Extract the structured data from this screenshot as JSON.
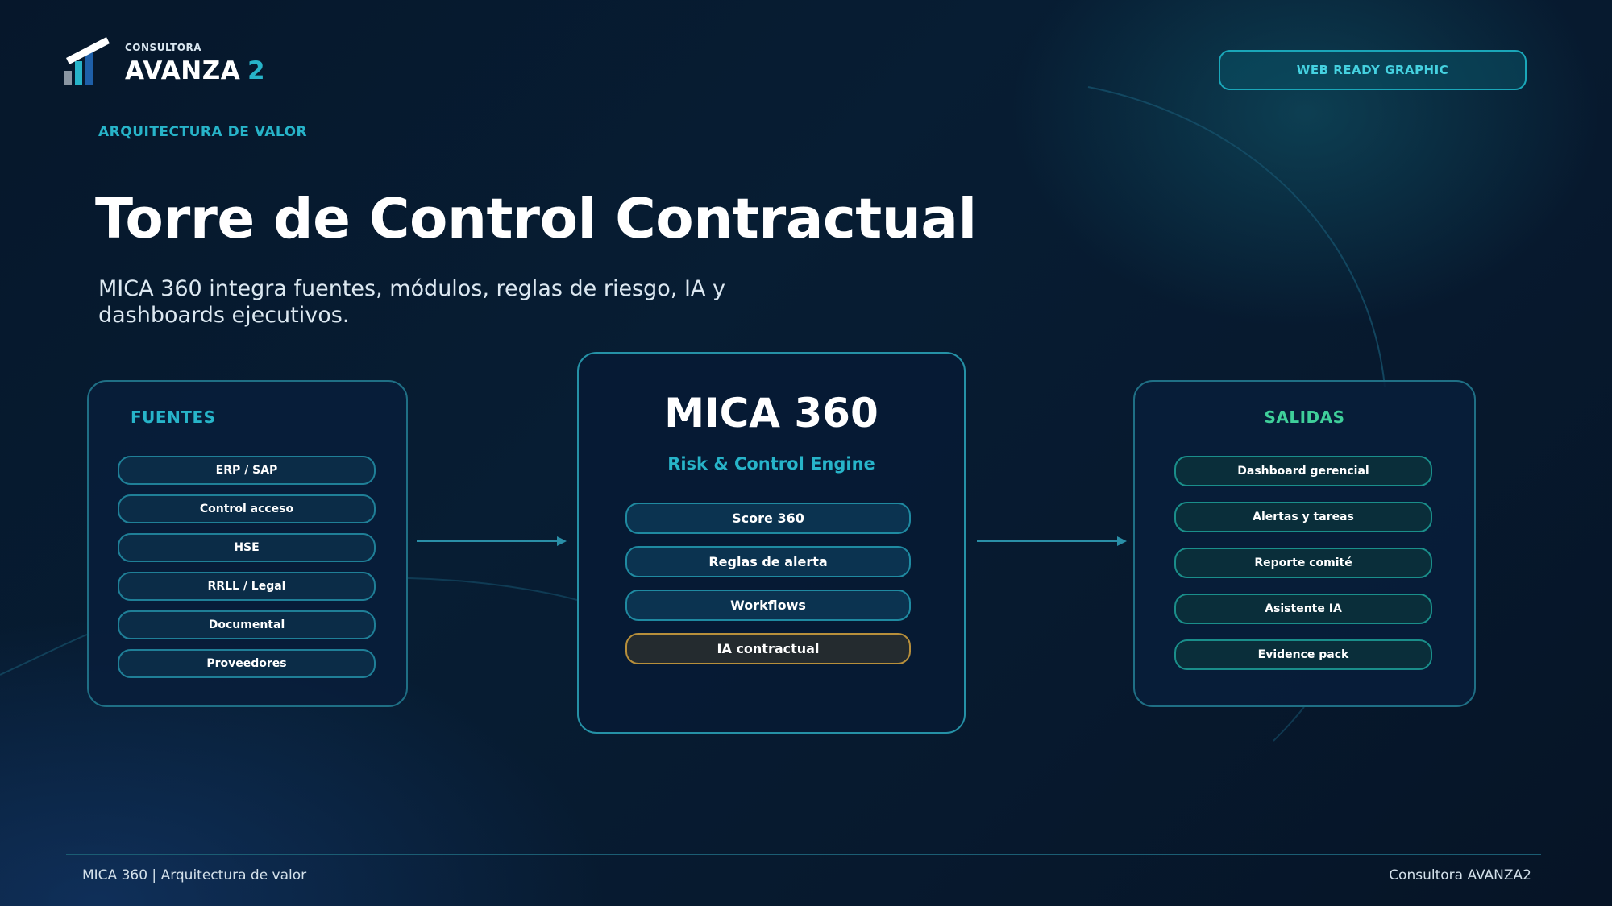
{
  "header": {
    "brand_small": "CONSULTORA",
    "brand_name": "AVANZA",
    "brand_number": "2",
    "badge": "WEB READY GRAPHIC",
    "eyebrow": "ARQUITECTURA DE VALOR",
    "title": "Torre de Control Contractual",
    "subtitle": "MICA 360 integra fuentes, módulos, reglas de riesgo, IA y dashboards ejecutivos."
  },
  "sources": {
    "title": "FUENTES",
    "items": [
      "ERP / SAP",
      "Control acceso",
      "HSE",
      "RRLL / Legal",
      "Documental",
      "Proveedores"
    ]
  },
  "core": {
    "title": "MICA 360",
    "subtitle": "Risk & Control Engine",
    "modules": [
      "Score 360",
      "Reglas de alerta",
      "Workflows",
      "IA contractual"
    ]
  },
  "outputs": {
    "title": "SALIDAS",
    "items": [
      "Dashboard gerencial",
      "Alertas y tareas",
      "Reporte comité",
      "Asistente IA",
      "Evidence pack"
    ]
  },
  "footer": {
    "left": "MICA 360 | Arquitectura de valor",
    "right": "Consultora AVANZA2"
  },
  "colors": {
    "accent": "#27b4c9",
    "outputs_accent": "#3fcf9a",
    "ia_border": "#b78f3b",
    "background": "#06172b"
  }
}
